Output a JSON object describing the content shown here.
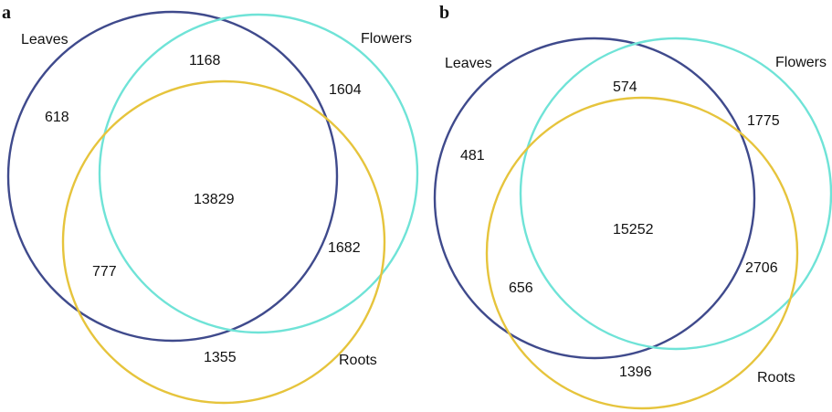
{
  "colors": {
    "leaves": "#3f4a8c",
    "flowers": "#6fe3d7",
    "roots": "#e6c43c"
  },
  "panels": [
    {
      "label": "a",
      "sets": {
        "leaves": "Leaves",
        "flowers": "Flowers",
        "roots": "Roots"
      },
      "counts": {
        "leaves_only": "618",
        "leaves_flowers": "1168",
        "flowers_only": "1604",
        "all_three": "13829",
        "flowers_roots": "1682",
        "leaves_roots": "777",
        "roots_only": "1355"
      }
    },
    {
      "label": "b",
      "sets": {
        "leaves": "Leaves",
        "flowers": "Flowers",
        "roots": "Roots"
      },
      "counts": {
        "leaves_only": "481",
        "leaves_flowers": "574",
        "flowers_only": "1775",
        "all_three": "15252",
        "flowers_roots": "2706",
        "leaves_roots": "656",
        "roots_only": "1396"
      }
    }
  ]
}
